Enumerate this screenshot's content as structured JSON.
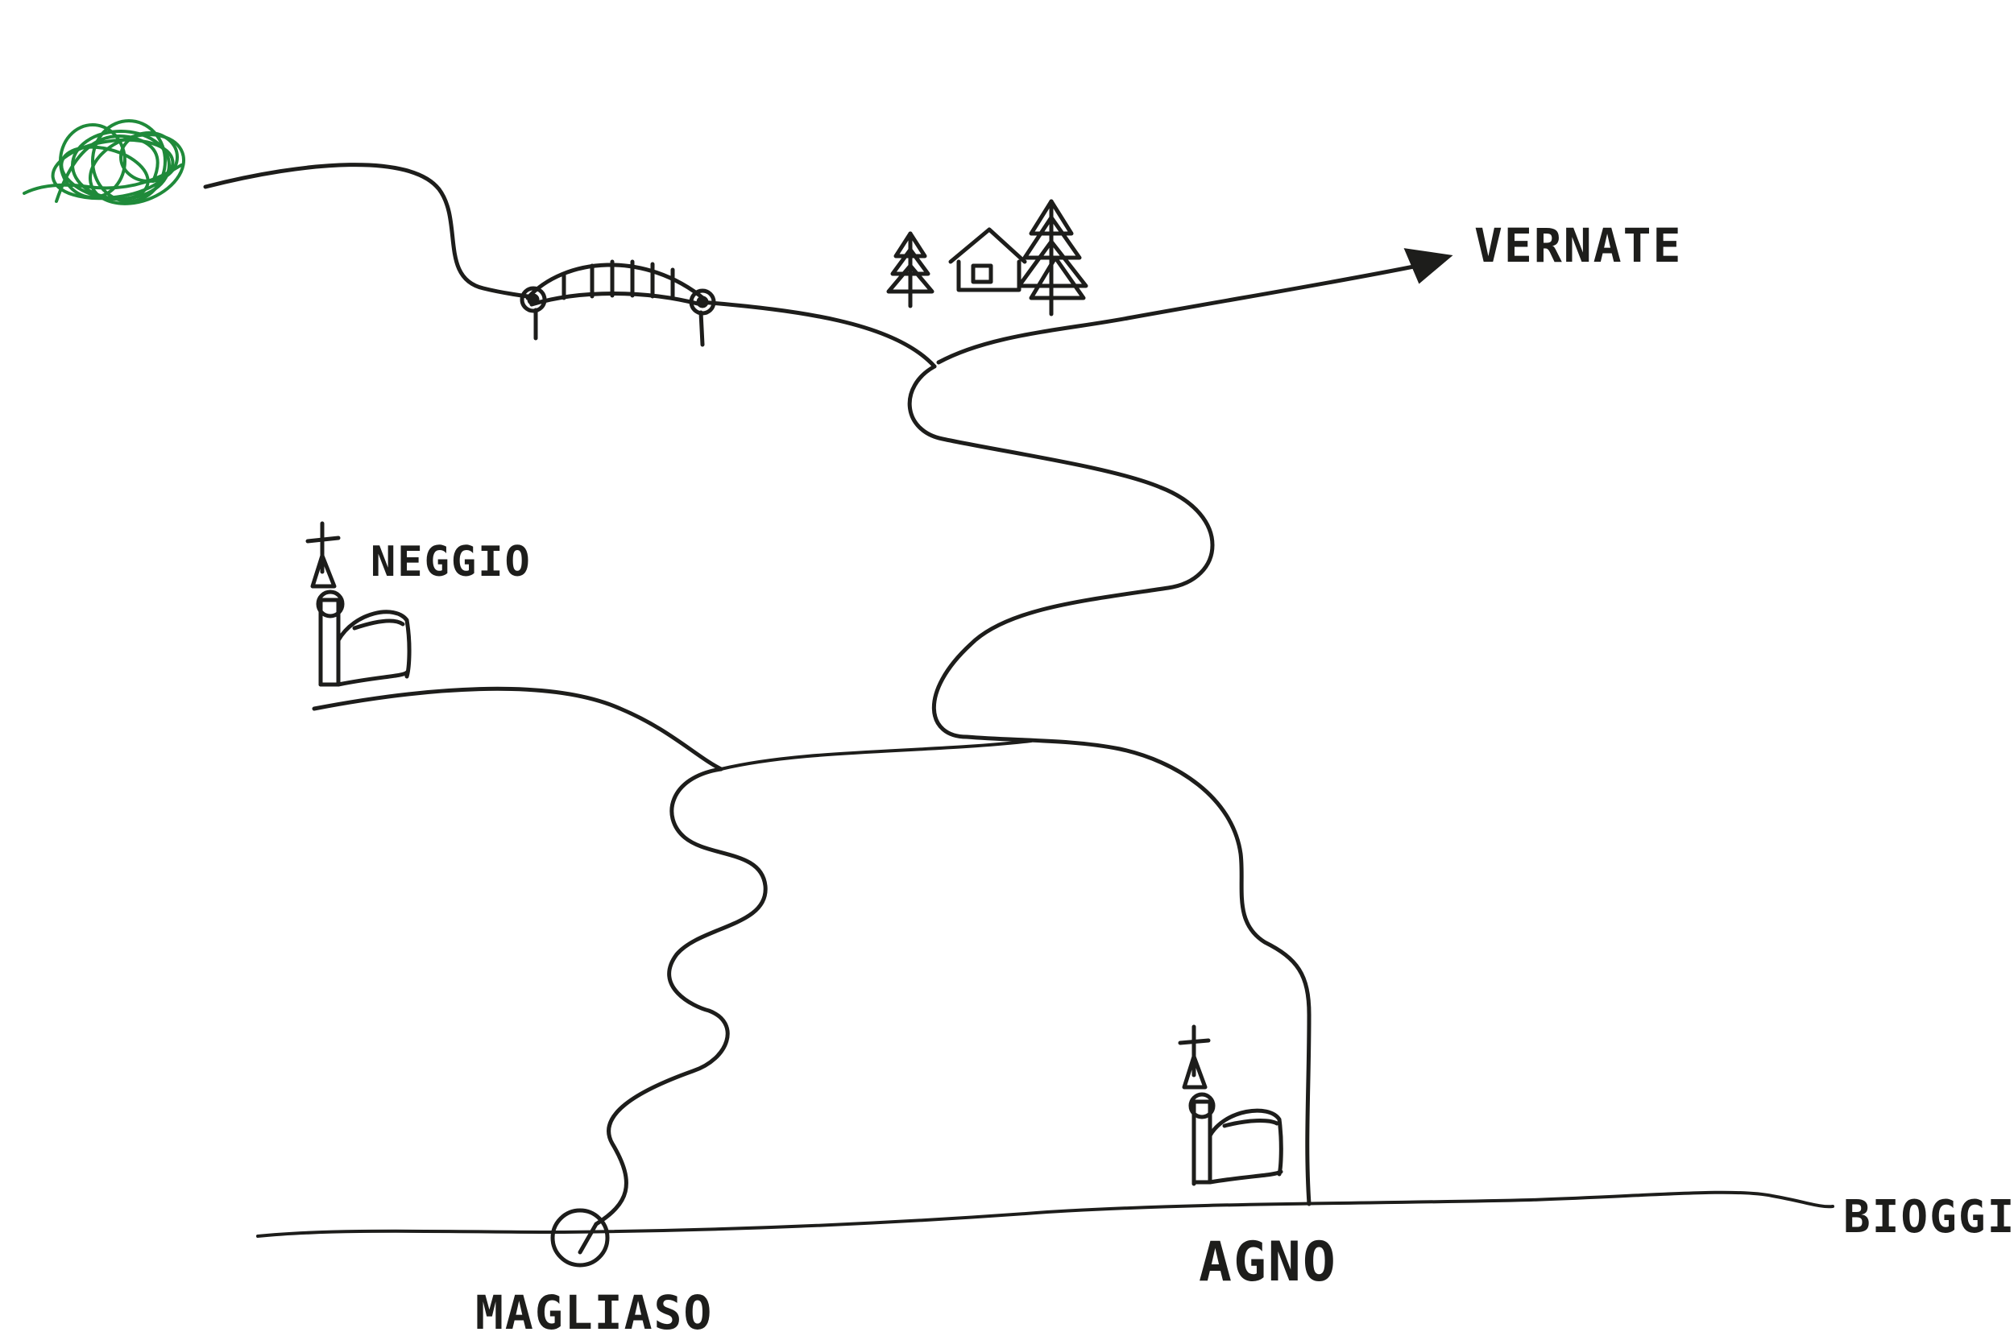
{
  "map": {
    "ink_color": "#1d1d1b",
    "marker_color": "#1f8a3a",
    "places": {
      "vernate": "VERNATE",
      "neggio": "NEGGIO",
      "magliaso": "MAGLIASO",
      "agno": "AGNO",
      "bioggio": "BIOGGIO"
    },
    "icons": {
      "start_marker": "green-scribble-start-icon",
      "bridge": "bridge-icon",
      "forest_hut": "forest-hut-icon",
      "church": "church-icon",
      "arrow": "direction-arrow-icon",
      "roundabout": "roundabout-icon"
    }
  }
}
